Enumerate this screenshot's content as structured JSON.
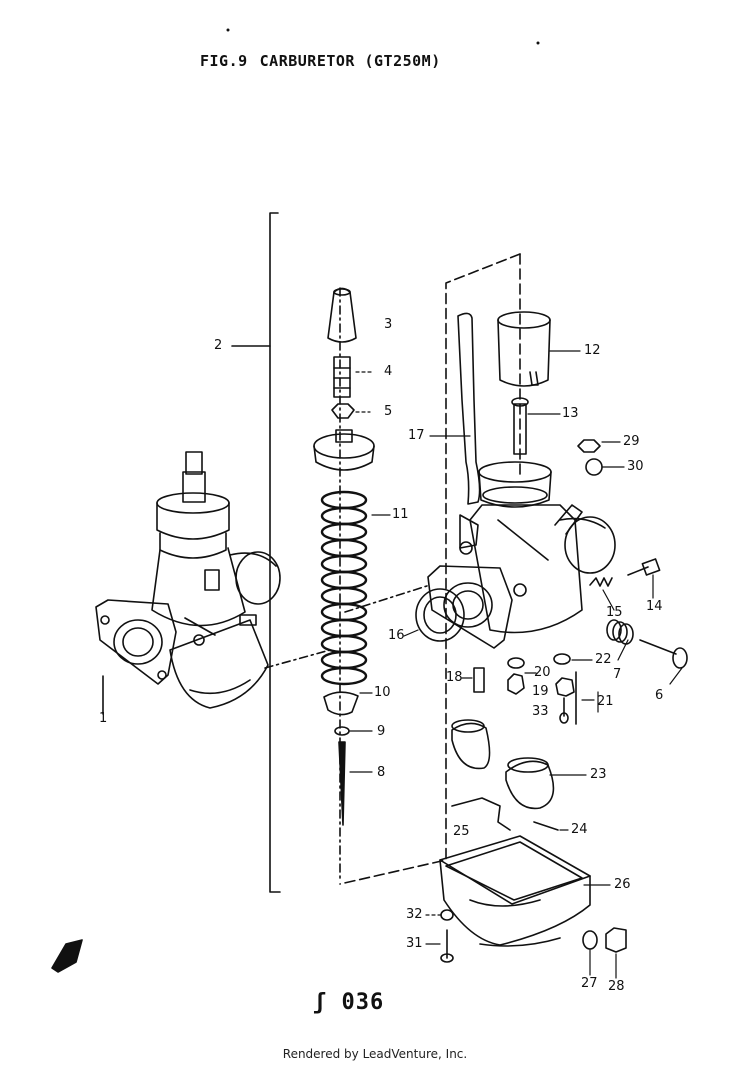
{
  "figure": {
    "number": "FIG.9",
    "title": "CARBURETOR (GT250M)"
  },
  "page_code": "ʃ 036",
  "footer": "Rendered by LeadVenture, Inc.",
  "callouts": {
    "c1": "1",
    "c2": "2",
    "c3": "3",
    "c4": "4",
    "c5": "5",
    "c6": "6",
    "c7": "7",
    "c8": "8",
    "c9": "9",
    "c10": "10",
    "c11": "11",
    "c12": "12",
    "c13": "13",
    "c14": "14",
    "c15": "15",
    "c16": "16",
    "c17": "17",
    "c18": "18",
    "c19": "19",
    "c20": "20",
    "c21": "21",
    "c22": "22",
    "c23": "23",
    "c24": "24",
    "c25": "25",
    "c26": "26",
    "c27": "27",
    "c28": "28",
    "c29": "29",
    "c30": "30",
    "c31": "31",
    "c32": "32",
    "c33": "33"
  },
  "colors": {
    "ink": "#111111",
    "paper": "#ffffff"
  }
}
